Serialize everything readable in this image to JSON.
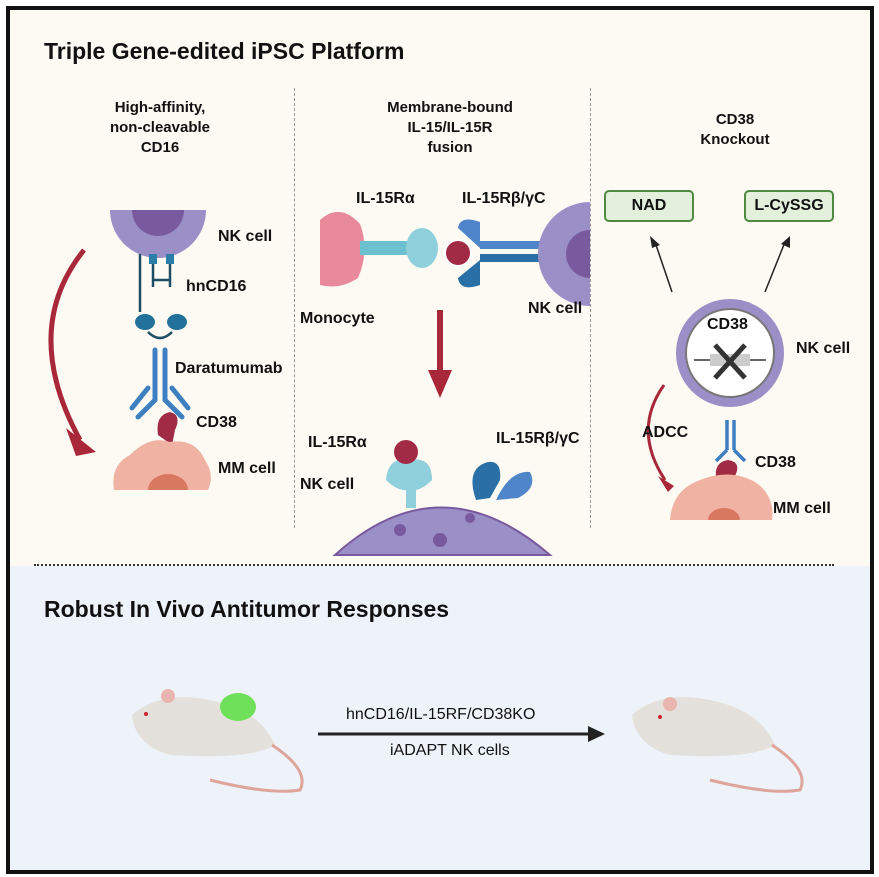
{
  "top_panel": {
    "title": "Triple Gene-edited iPSC Platform",
    "columns": [
      {
        "heading": [
          "High-affinity,",
          "non-cleavable",
          "CD16"
        ],
        "labels": {
          "nk_cell": "NK cell",
          "receptor": "hnCD16",
          "antibody": "Daratumumab",
          "antigen": "CD38",
          "target_cell": "MM cell"
        }
      },
      {
        "heading": [
          "Membrane-bound",
          "IL-15/IL-15R",
          "fusion"
        ],
        "labels": {
          "il15ra_top": "IL-15Rα",
          "il15rb_top": "IL-15Rβ/γC",
          "monocyte": "Monocyte",
          "nk_cell_top": "NK cell",
          "il15ra_bottom": "IL-15Rα",
          "il15rb_bottom": "IL-15Rβ/γC",
          "nk_cell_bottom": "NK cell"
        }
      },
      {
        "heading": [
          "CD38",
          "Knockout"
        ],
        "metabolites": [
          "NAD",
          "L-CySSG"
        ],
        "labels": {
          "gene": "CD38",
          "nk_cell": "NK cell",
          "mechanism": "ADCC",
          "antigen": "CD38",
          "target_cell": "MM cell"
        }
      }
    ]
  },
  "bottom_panel": {
    "title": "Robust In Vivo Antitumor Responses",
    "arrow_label_top": "hnCD16/IL-15RF/CD38KO",
    "arrow_label_bottom": "iADAPT NK cells"
  },
  "colors": {
    "nk_cell": "#9b8fc7",
    "nucleus": "#7a5a9e",
    "tumor_cell": "#f0b3a3",
    "cd38": "#a12a45",
    "antibody": "#3d7fc0",
    "arrow_red": "#a8283a",
    "tumor_marker": "#6ee05a"
  }
}
